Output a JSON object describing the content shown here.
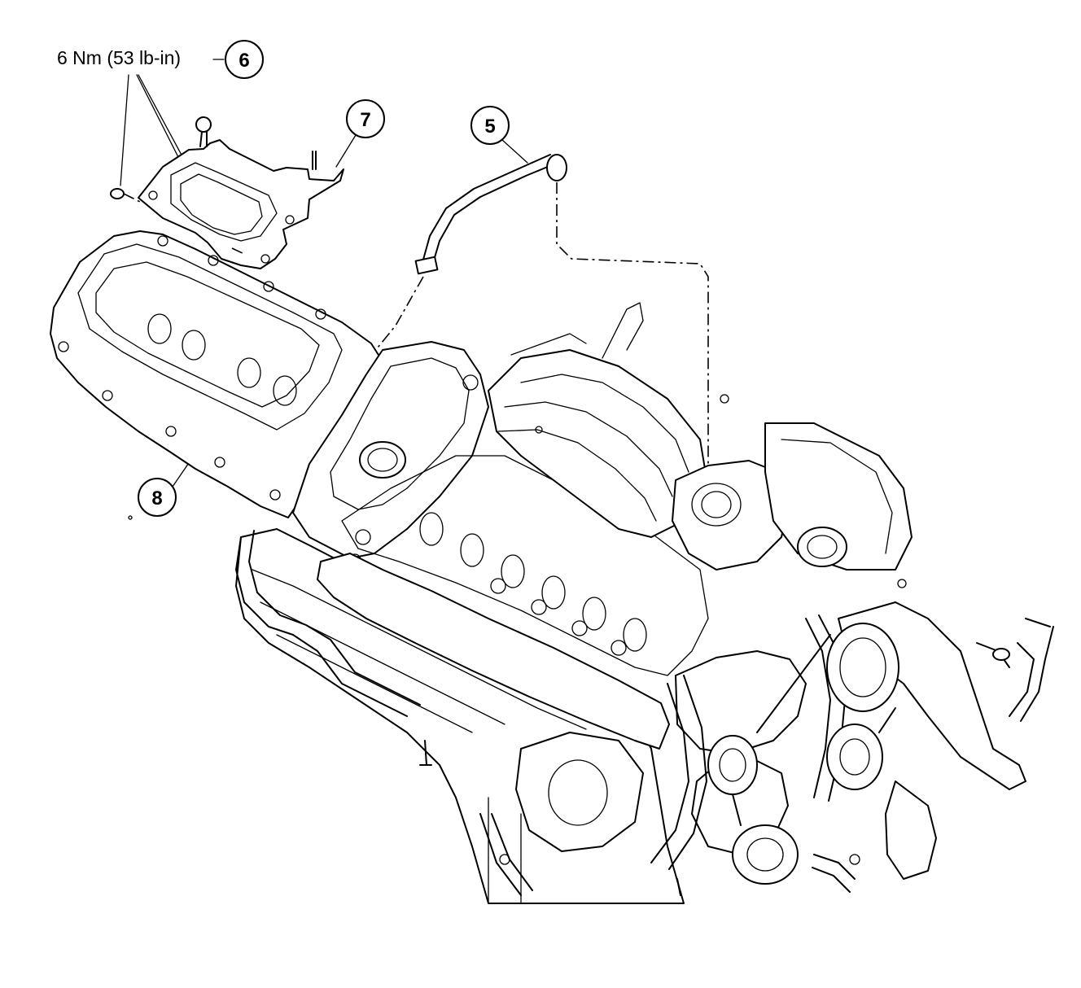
{
  "torque_spec": "6 Nm (53 lb-in)",
  "callouts": [
    {
      "id": "6",
      "name": "callout-6"
    },
    {
      "id": "7",
      "name": "callout-7"
    },
    {
      "id": "5",
      "name": "callout-5"
    },
    {
      "id": "8",
      "name": "callout-8"
    }
  ]
}
